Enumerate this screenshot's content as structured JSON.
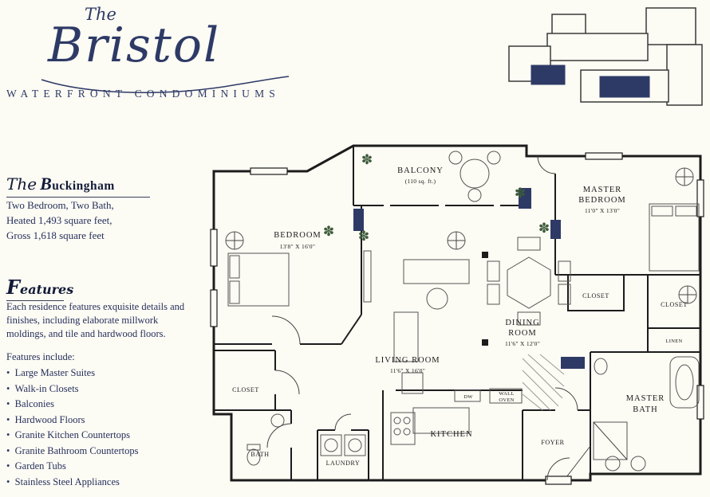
{
  "colors": {
    "navy": "#2e3a66",
    "ink": "#26305c",
    "wall": "#1c1c1c",
    "plant_green": "#3c5a3a",
    "background": "#fcfbf4"
  },
  "brand": {
    "the": "The",
    "name": "Bristol",
    "tagline": "WATERFRONT CONDOMINIUMS"
  },
  "plan": {
    "the": "The",
    "name": "Buckingham",
    "specs": [
      "Two Bedroom, Two Bath,",
      "Heated 1,493 square feet,",
      "Gross 1,618 square feet"
    ]
  },
  "features": {
    "heading": "Features",
    "description": "Each residence features exquisite details and finishes, including elaborate millwork moldings, and tile and hardwood floors.",
    "include_label": "Features include:",
    "items": [
      "Large Master Suites",
      "Walk-in Closets",
      "Balconies",
      "Hardwood Floors",
      "Granite Kitchen Countertops",
      "Granite Bathroom Countertops",
      "Garden Tubs",
      "Stainless Steel Appliances"
    ]
  },
  "floorplan": {
    "balcony": {
      "name": "BALCONY",
      "area": "(110 sq. ft.)"
    },
    "master_bedroom": {
      "l1": "MASTER",
      "l2": "BEDROOM",
      "dim": "11'0\" X 13'0\""
    },
    "bedroom": {
      "name": "BEDROOM",
      "dim": "13'8\" X 16'0\""
    },
    "living_room": {
      "name": "LIVING ROOM",
      "dim": "11'6\" X 16'0\""
    },
    "dining_room": {
      "l1": "DINING",
      "l2": "ROOM",
      "dim": "11'6\" X 12'0\""
    },
    "kitchen": {
      "name": "KITCHEN"
    },
    "master_bath": {
      "l1": "MASTER",
      "l2": "BATH"
    },
    "foyer": {
      "name": "FOYER"
    },
    "bath": {
      "name": "BATH"
    },
    "laundry": {
      "name": "LAUNDRY"
    },
    "closet_master": {
      "name": "CLOSET"
    },
    "closet_right": {
      "name": "CLOSET"
    },
    "closet_bedroom": {
      "name": "CLOSET"
    },
    "linen": {
      "name": "LINEN"
    },
    "dw": {
      "name": "DW"
    },
    "wall_oven": {
      "l1": "WALL",
      "l2": "OVEN"
    }
  }
}
